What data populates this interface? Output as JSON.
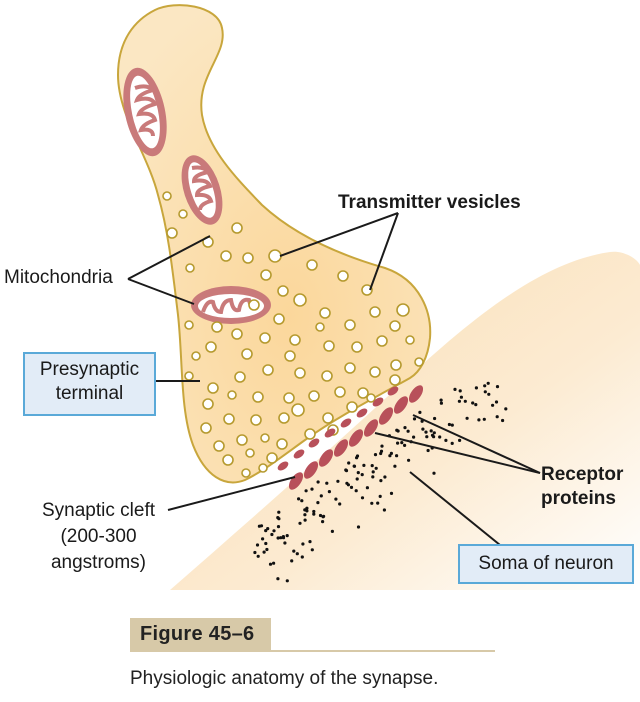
{
  "labels": {
    "mitochondria": "Mitochondria",
    "transmitter_vesicles": "Transmitter vesicles",
    "presynaptic_terminal_line1": "Presynaptic",
    "presynaptic_terminal_line2": "terminal",
    "receptor_proteins_line1": "Receptor",
    "receptor_proteins_line2": "proteins",
    "synaptic_cleft_line1": "Synaptic cleft",
    "synaptic_cleft_line2": "(200-300",
    "synaptic_cleft_line3": "angstroms)",
    "soma": "Soma of neuron"
  },
  "figure": {
    "tag": "Figure 45–6",
    "caption": "Physiologic anatomy of the synapse."
  },
  "colors": {
    "terminal_fill": "#f8dfae",
    "terminal_outline": "#c8a63c",
    "soma_fill": "#fbe6c6",
    "mitochondria": "#c97a7a",
    "receptor": "#b8505a",
    "label_box_fill": "#e2ecf7",
    "label_box_border": "#5aa9d8",
    "figure_tag_fill": "#d7c9a8"
  }
}
